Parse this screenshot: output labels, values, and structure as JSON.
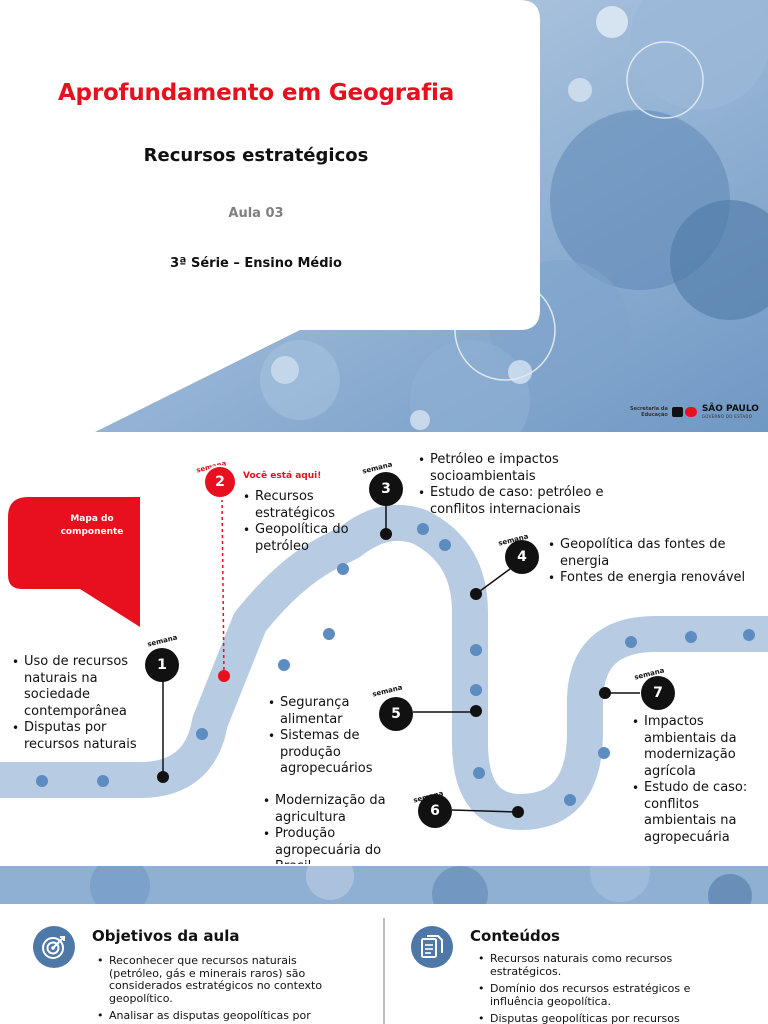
{
  "cover": {
    "title": "Aprofundamento em Geografia",
    "subtitle": "Recursos estratégicos",
    "lesson": "Aula 03",
    "grade": "3ª Série – Ensino Médio",
    "logo": {
      "secretaria": "Secretaria da",
      "educacao": "Educação",
      "state": "SÃO PAULO",
      "government": "GOVERNO DO ESTADO"
    }
  },
  "map": {
    "callout": "Mapa do componente",
    "week_label": "semana",
    "you_are_here": "Você está aqui!",
    "weeks": [
      {
        "number": "1",
        "items": [
          "Uso de recursos naturais na sociedade contemporânea",
          "Disputas por recursos naturais"
        ]
      },
      {
        "number": "2",
        "current": true,
        "items": [
          "Recursos estratégicos",
          "Geopolítica do petróleo"
        ]
      },
      {
        "number": "3",
        "items": [
          "Petróleo e impactos socioambientais",
          "Estudo de caso: petróleo e conflitos internacionais"
        ]
      },
      {
        "number": "4",
        "items": [
          "Geopolítica das fontes de energia",
          "Fontes de energia renovável"
        ]
      },
      {
        "number": "5",
        "items": [
          "Segurança alimentar",
          "Sistemas de produção agropecuários"
        ]
      },
      {
        "number": "6",
        "items": [
          "Modernização da agricultura",
          "Produção agropecuária do Brasil"
        ]
      },
      {
        "number": "7",
        "items": [
          "Impactos ambientais da modernização agrícola",
          "Estudo de caso: conflitos ambientais na agropecuária"
        ]
      }
    ]
  },
  "objectives": {
    "title": "Objetivos da aula",
    "icon": "target-icon",
    "items": [
      "Reconhecer que recursos naturais (petróleo, gás e minerais raros) são considerados estratégicos no contexto geopolítico.",
      "Analisar as disputas geopolíticas por"
    ]
  },
  "contents": {
    "title": "Conteúdos",
    "icon": "document-icon",
    "items": [
      "Recursos naturais como recursos estratégicos.",
      "Domínio dos recursos estratégicos e influência geopolítica.",
      "Disputas geopolíticas por recursos"
    ]
  },
  "colors": {
    "accent_red": "#e8101e",
    "road_blue": "#b7cbe3",
    "dot_blue": "#5d8cc0",
    "icon_blue": "#4d78a8"
  }
}
